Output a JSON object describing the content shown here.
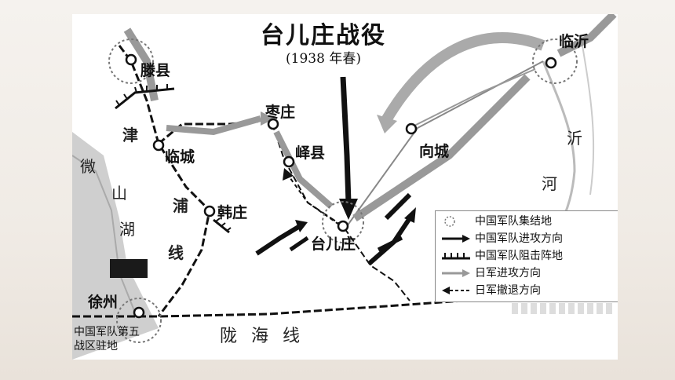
{
  "map": {
    "title": "台儿庄战役",
    "subtitle": "(1938 年春)",
    "places": {
      "tengxian": "滕县",
      "linyi": "临沂",
      "zaozhuang": "枣庄",
      "yixian": "峄县",
      "lincheng": "临城",
      "xiangcheng": "向城",
      "hanzhuang": "韩庄",
      "taierzhuang": "台儿庄",
      "xuzhou": "徐州"
    },
    "geo_labels": {
      "lake_1": "微",
      "lake_2": "山",
      "lake_3": "湖",
      "river_1": "沂",
      "river_2": "河"
    },
    "rail_labels": {
      "jinpu_1": "津",
      "jinpu_2": "浦",
      "jinpu_3": "线",
      "longhai": "陇海线"
    },
    "hq_note": {
      "line1": "中国军队第五",
      "line2": "战区驻地"
    }
  },
  "legend": {
    "items": [
      {
        "symbol": "dotted-circle",
        "label": "中国军队集结地"
      },
      {
        "symbol": "black-arrow",
        "label": "中国军队进攻方向"
      },
      {
        "symbol": "blocking-line",
        "label": "中国军队阻击阵地"
      },
      {
        "symbol": "gray-arrow",
        "label": "日军进攻方向"
      },
      {
        "symbol": "dashed-arrow",
        "label": "日军撤退方向"
      }
    ]
  },
  "colors": {
    "background": "#f3efea",
    "map_background": "#ffffff",
    "chinese_army": "#111111",
    "japanese_army": "#9a9a9a",
    "water": "#c9c9c9"
  }
}
